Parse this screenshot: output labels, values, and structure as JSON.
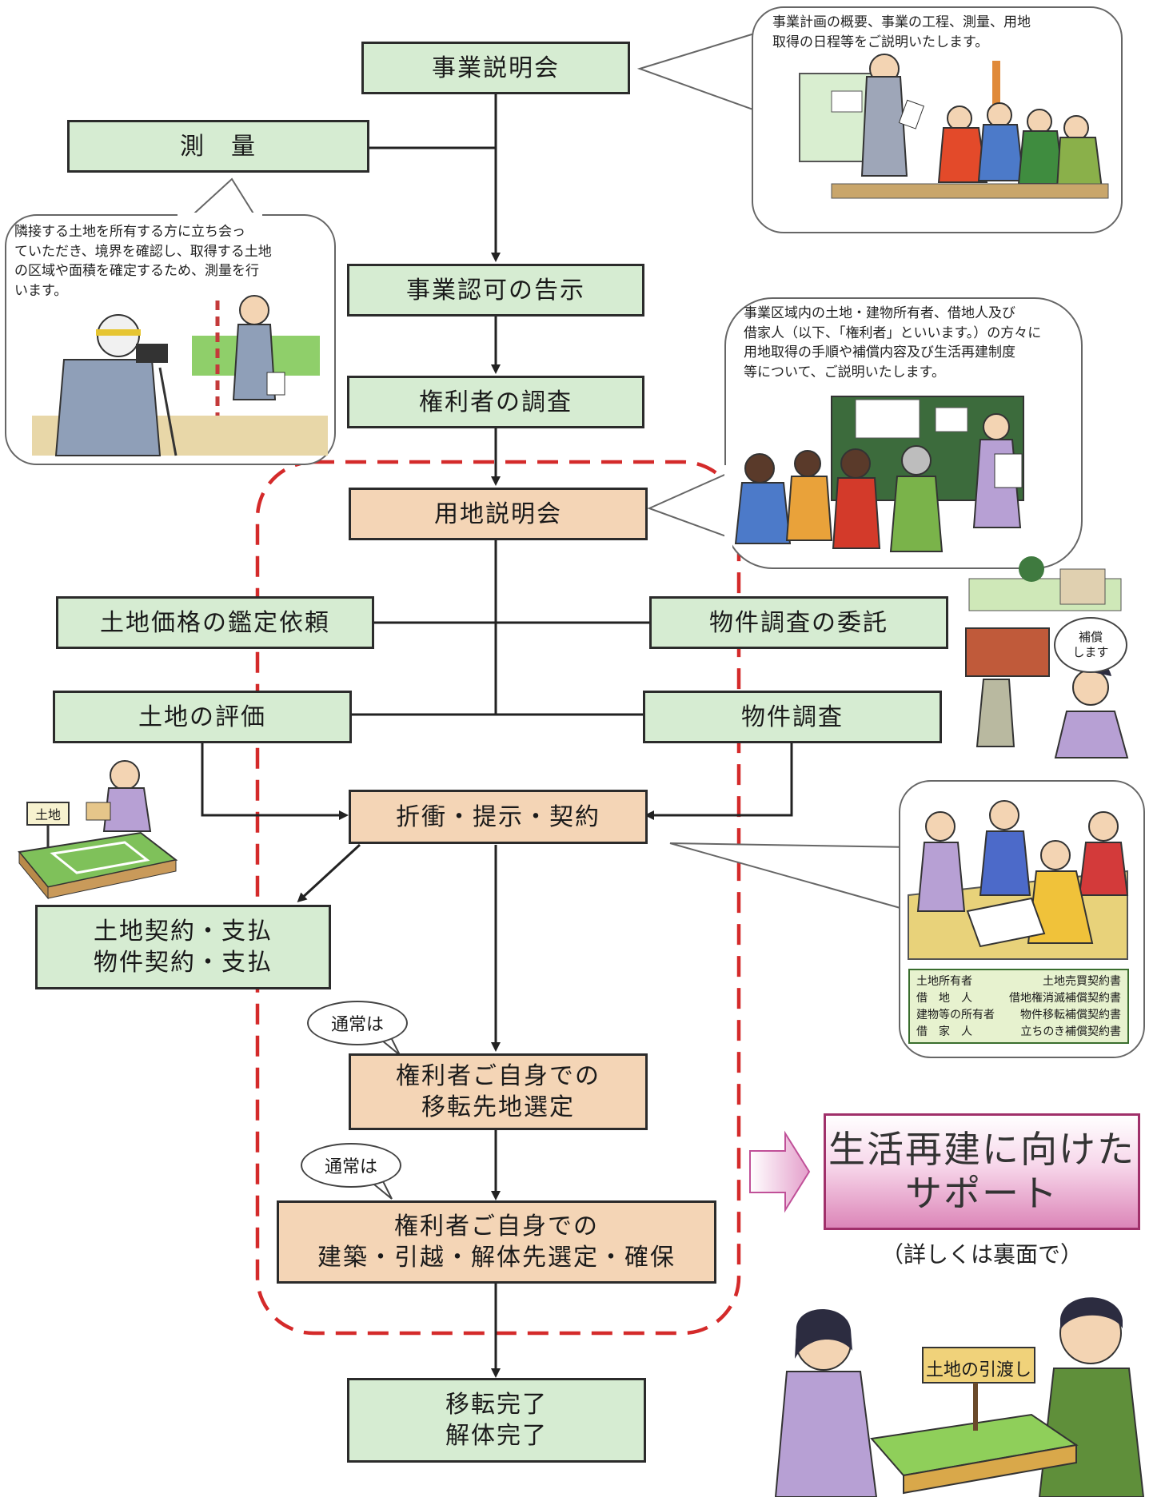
{
  "nodes": {
    "jigyo_setsumeikai": "事業説明会",
    "sokuryo": "測　量",
    "jigyo_ninka": "事業認可の告示",
    "kenrisha_chosa": "権利者の調査",
    "yochi_setsumeikai": "用地説明会",
    "tochi_kakaku": "土地価格の鑑定依頼",
    "bukken_itaku": "物件調査の委託",
    "tochi_hyoka": "土地の評価",
    "bukken_chosa": "物件調査",
    "sessho": "折衝・提示・契約",
    "keiyaku_shiharai": "土地契約・支払\n物件契約・支払",
    "iten_sentei": "権利者ご自身での\n移転先地選定",
    "kenchiku_sentei": "権利者ご自身での\n建築・引越・解体先選定・確保",
    "iten_kanryo": "移転完了\n解体完了"
  },
  "bubbles": {
    "top_right": "事業計画の概要、事業の工程、測量、用地\n取得の日程等をご説明いたします。",
    "left": "隣接する土地を所有する方に立ち会っ\nていただき、境界を確認し、取得する土地\nの区域や面積を確定するため、測量を行\nいます。",
    "mid_right": "事業区域内の土地・建物所有者、借地人及び\n借家人（以下、「権利者」といいます。）の方々に\n用地取得の手順や補償内容及び生活再建制度\n等について、ご説明いたします。",
    "hosho": "補償\nします",
    "tsujo_1": "通常は",
    "tsujo_2": "通常は"
  },
  "signs": {
    "tochi": "土地",
    "hikiwatashi": "土地の引渡し"
  },
  "contracts": [
    {
      "who": "土地所有者",
      "doc": "土地売買契約書"
    },
    {
      "who": "借　地　人",
      "doc": "借地権消滅補償契約書"
    },
    {
      "who": "建物等の所有者",
      "doc": "物件移転補償契約書"
    },
    {
      "who": "借　家　人",
      "doc": "立ちのき補償契約書"
    }
  ],
  "support": {
    "title": "生活再建に向けた\nサポート",
    "note": "（詳しくは裏面で）"
  },
  "colors": {
    "green_box": "#d6ecd2",
    "tan_box": "#f4d5b6",
    "dashed_frame": "#d42a2a",
    "support_arrow": "#e5a6cf"
  }
}
